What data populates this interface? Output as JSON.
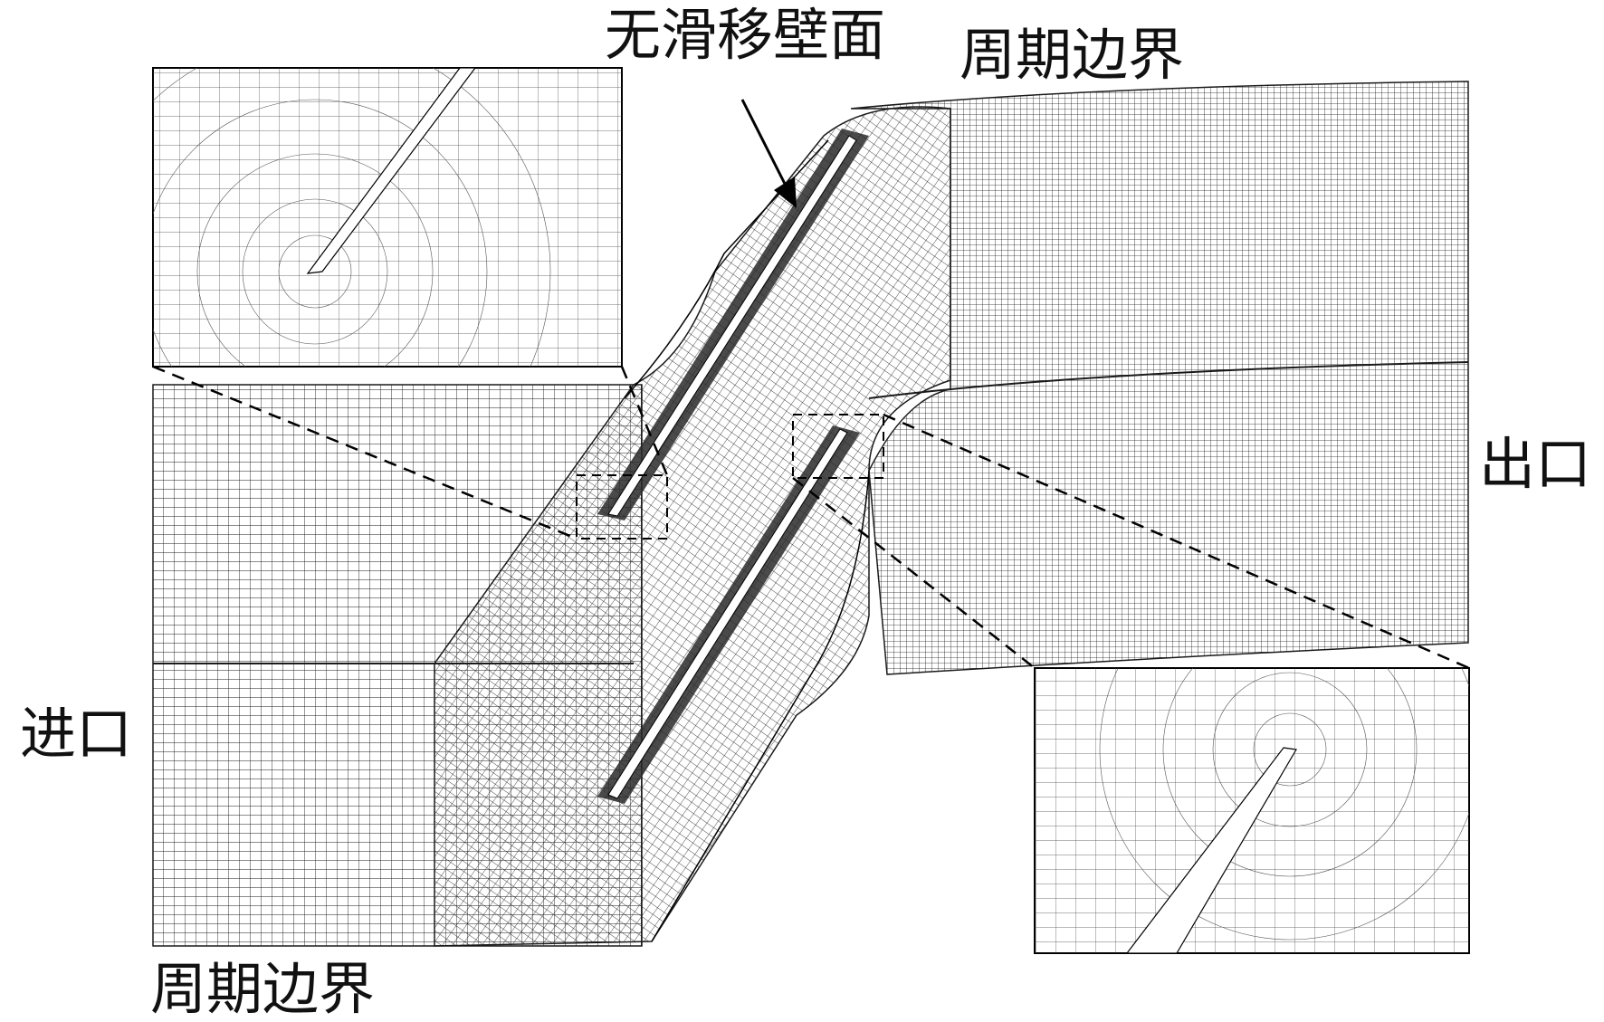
{
  "labels": {
    "no_slip_wall": "无滑移壁面",
    "periodic_top": "周期边界",
    "outlet": "出口",
    "inlet": "进口",
    "periodic_bottom": "周期边界"
  },
  "colors": {
    "mesh_line": "#1a1a1a",
    "dense_region": "#3a3a3a",
    "background": "#ffffff"
  }
}
